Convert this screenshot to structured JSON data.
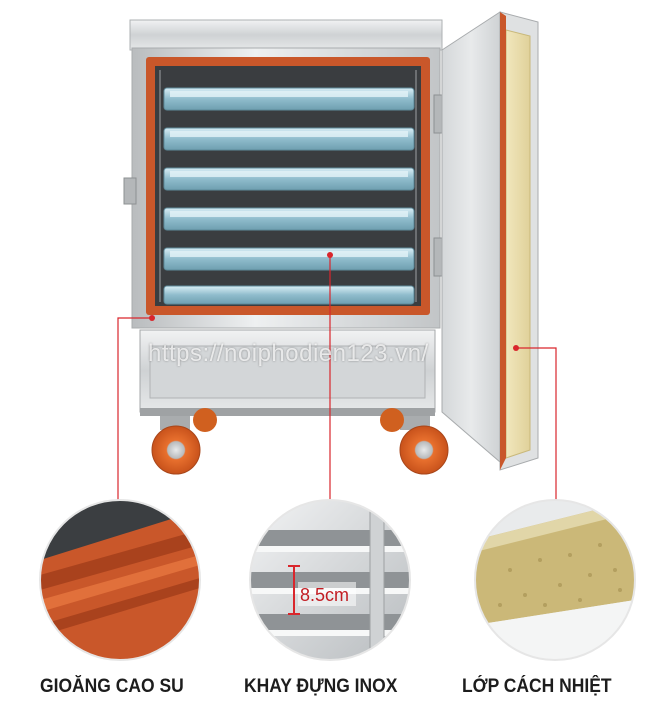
{
  "watermark": "https://noiphodien123.vn/",
  "callouts": {
    "gasket": {
      "label": "GIOĂNG CAO SU"
    },
    "tray": {
      "label": "KHAY ĐỰNG INOX",
      "dimension": "8.5cm"
    },
    "insulation": {
      "label": "LỚP CÁCH NHIỆT"
    }
  },
  "colors": {
    "accent_red": "#d9262c",
    "gasket_orange": "#c9572a",
    "steel": "#c9ccce",
    "tray_blue": "#8ab8c9",
    "insulation_yellow": "#e6d8a2"
  },
  "tray_count": 6
}
